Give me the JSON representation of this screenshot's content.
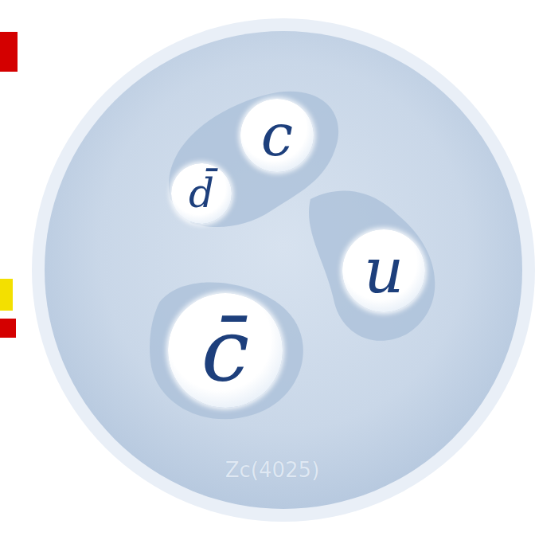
{
  "diagram": {
    "nodes": [
      {
        "text": [
          "d̄"
        ]
      },
      {
        "text": [
          "c"
        ]
      },
      {
        "text": [
          "u"
        ]
      },
      {
        "text": [
          "c̄"
        ]
      }
    ],
    "labels": [
      "Zc(4025)"
    ]
  }
}
